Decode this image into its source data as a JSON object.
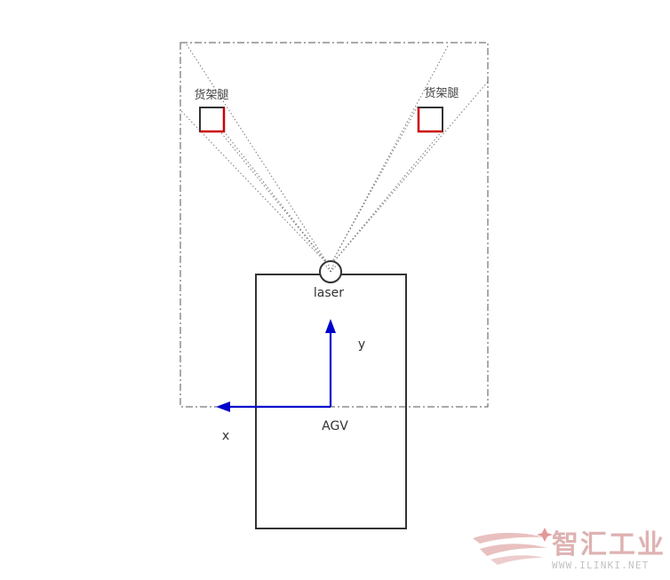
{
  "labels": {
    "shelf_leg_left": "货架腿",
    "shelf_leg_right": "货架腿",
    "laser": "laser",
    "agv": "AGV",
    "axis_x": "x",
    "axis_y": "y"
  },
  "watermark": {
    "brand": "智汇工业",
    "url": "WWW.ILINKI.NET"
  },
  "colors": {
    "outline": "#333333",
    "shelf_leg_accent": "#cc0000",
    "axis": "#0000cc",
    "fov_lines": "#777777",
    "watermark": "#d9a5a5"
  }
}
